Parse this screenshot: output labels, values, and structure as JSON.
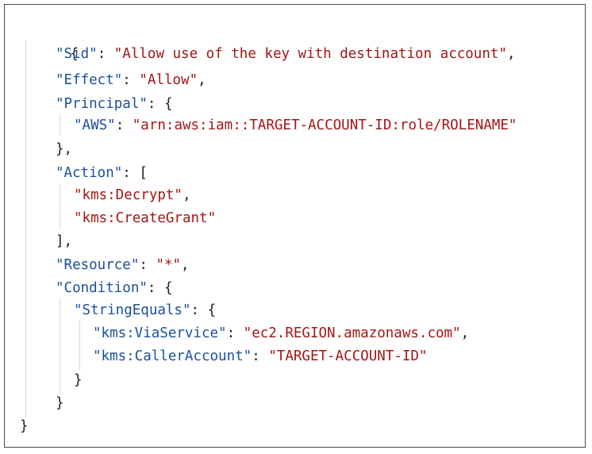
{
  "colors": {
    "key": "#1b4f9c",
    "string": "#a31515",
    "punctuation": "#1f1f1f",
    "indent_guide": "#d9d9d9",
    "border": "#4a4a4a"
  },
  "tokens": {
    "brace_open": "{",
    "brace_close": "}",
    "brace_close_comma": "},",
    "bracket_open": "[",
    "bracket_close_comma": "],",
    "colon": ": ",
    "comma": ","
  },
  "policy": {
    "sid_key": "\"Sid\"",
    "sid_value": "\"Allow use of the key with destination account\"",
    "effect_key": "\"Effect\"",
    "effect_value": "\"Allow\"",
    "principal_key": "\"Principal\"",
    "aws_key": "\"AWS\"",
    "aws_value": "\"arn:aws:iam::TARGET-ACCOUNT-ID:role/ROLENAME\"",
    "action_key": "\"Action\"",
    "action_1": "\"kms:Decrypt\"",
    "action_2": "\"kms:CreateGrant\"",
    "resource_key": "\"Resource\"",
    "resource_value": "\"*\"",
    "condition_key": "\"Condition\"",
    "string_equals_key": "\"StringEquals\"",
    "via_service_key": "\"kms:ViaService\"",
    "via_service_value": "\"ec2.REGION.amazonaws.com\"",
    "caller_account_key": "\"kms:CallerAccount\"",
    "caller_account_value": "\"TARGET-ACCOUNT-ID\""
  }
}
